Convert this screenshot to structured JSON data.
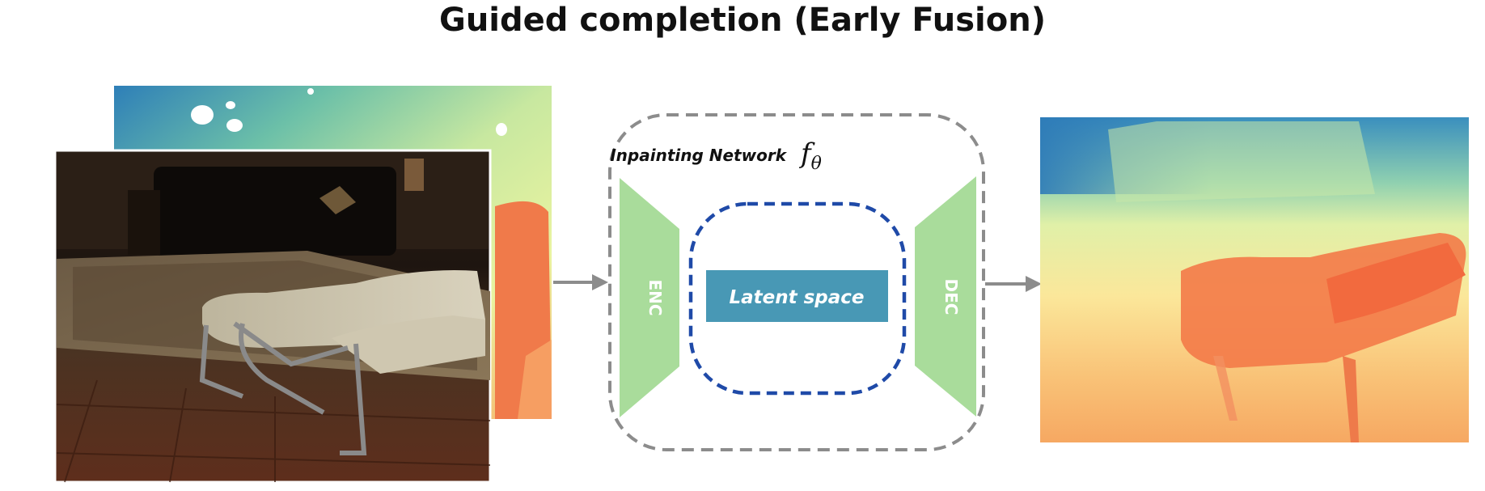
{
  "title": "Guided completion (Early Fusion)",
  "network": {
    "label": "Inpainting Network",
    "symbol": "f",
    "symbol_sub": "θ",
    "encoder_label": "ENC",
    "decoder_label": "DEC",
    "latent_label": "Latent space"
  },
  "colors": {
    "frame_dash": "#8c8c8c",
    "latent_dash": "#1f4aa8",
    "enc_dec_fill": "#a9dc9b",
    "latent_fill": "#4898b5",
    "arrow": "#8c8c8c"
  }
}
